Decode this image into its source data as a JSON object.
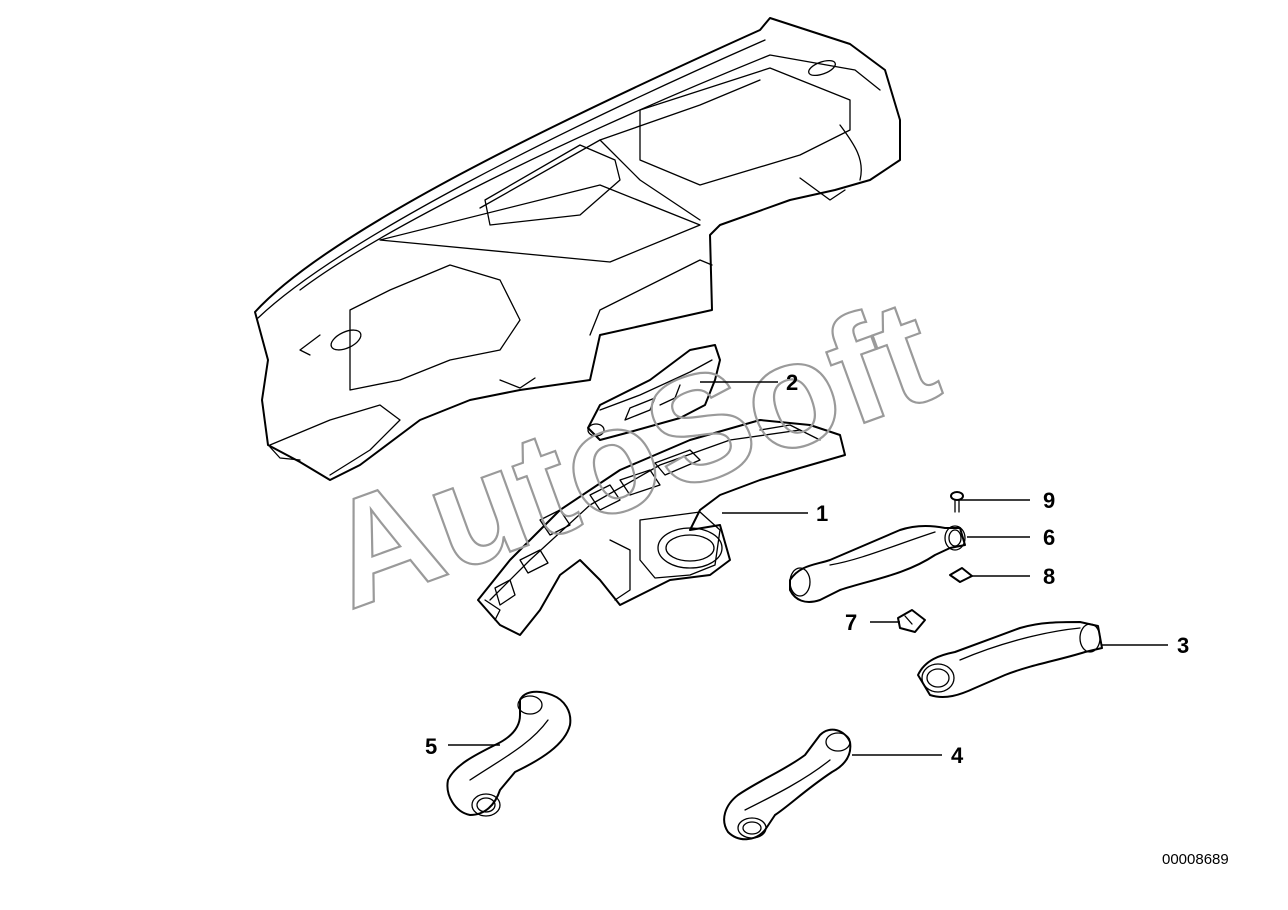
{
  "watermark": "AutoSoft",
  "diagram_id": "00008689",
  "callouts": [
    "1",
    "2",
    "3",
    "4",
    "5",
    "6",
    "7",
    "8",
    "9"
  ]
}
